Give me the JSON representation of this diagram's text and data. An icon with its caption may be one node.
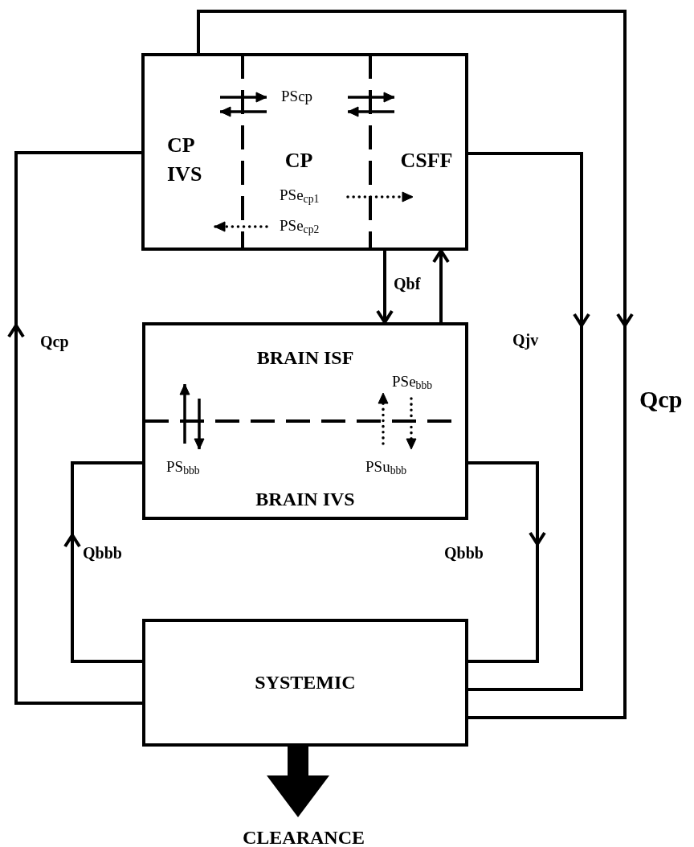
{
  "diagram": {
    "nodes": [
      {
        "text": [],
        "shape": "box"
      },
      {
        "text": [
          "CP IVS"
        ],
        "in": 0
      },
      {
        "text": [
          "CP"
        ],
        "in": 0
      },
      {
        "text": [
          "CSFF"
        ],
        "in": 0
      },
      {
        "text": [],
        "shape": "box"
      },
      {
        "text": [
          "BRAIN ISF"
        ],
        "in": 4
      },
      {
        "text": [
          "BRAIN IVS"
        ],
        "in": 4
      },
      {
        "text": [
          "SYSTEMIC"
        ]
      },
      {
        "text": [
          "CLEARANCE"
        ]
      }
    ],
    "edges": [
      {
        "from": 1,
        "to": 2,
        "arrow": "to"
      },
      {
        "from": 2,
        "to": 1,
        "arrow": "to"
      },
      {
        "from": 2,
        "to": 3,
        "arrow": "to"
      },
      {
        "from": 3,
        "to": 2,
        "arrow": "to"
      },
      {
        "from": 2,
        "to": 3,
        "arrow": "to",
        "style": "dashed",
        "label": "PSe$_{cp1}$"
      },
      {
        "from": 2,
        "to": 1,
        "arrow": "to",
        "style": "dashed",
        "label": "PSe$_{cp2}$"
      },
      {
        "from": 6,
        "to": 5,
        "arrow": "to",
        "label": "PS$_{bbb}$"
      },
      {
        "from": 5,
        "to": 6,
        "arrow": "to"
      },
      {
        "from": 6,
        "to": 5,
        "arrow": "to",
        "style": "dashed",
        "label": "PSu$_{bbb}$"
      },
      {
        "from": 5,
        "to": 6,
        "arrow": "to",
        "style": "dashed",
        "label": "PSe$_{bbb}$"
      },
      {
        "from": 0,
        "to": 4,
        "arrow": "to",
        "label": "Qbf"
      },
      {
        "from": 4,
        "to": 0,
        "arrow": "to"
      },
      {
        "from": 7,
        "to": 0,
        "arrow": "to",
        "label": "Qcp"
      },
      {
        "from": 0,
        "to": 7,
        "arrow": "to",
        "label": "Qcp"
      },
      {
        "from": 0,
        "to": 7,
        "arrow": "to",
        "label": "Qjv"
      },
      {
        "from": 4,
        "to": 7,
        "arrow": "to",
        "label": "Qbbb"
      },
      {
        "from": 7,
        "to": 4,
        "arrow": "to",
        "label": "Qbbb"
      },
      {
        "from": 7,
        "to": 8,
        "arrow": "to",
        "style": "thick"
      }
    ],
    "labels": [
      "PScp"
    ]
  }
}
